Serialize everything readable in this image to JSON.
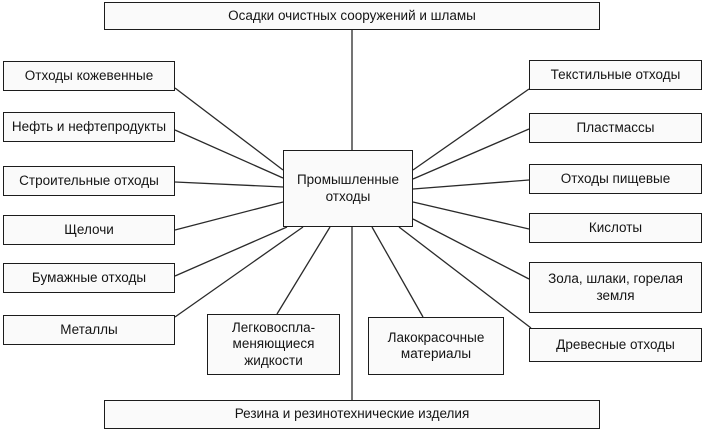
{
  "nodes": {
    "top": "Осадки очистных сооружений и шламы",
    "center": "Промышленные отходы",
    "bottom": "Резина и резинотехнические изделия",
    "left": [
      "Отходы кожевенные",
      "Нефть и нефтепродукты",
      "Строительные отходы",
      "Щелочи",
      "Бумажные отходы",
      "Металлы"
    ],
    "right": [
      "Текстильные отходы",
      "Пластмассы",
      "Отходы пищевые",
      "Кислоты",
      "Зола, шлаки, горелая земля",
      "Древесные отходы"
    ],
    "bottom_center": [
      "Легковоспла­меняющиеся жидкости",
      "Лакокрасочные материалы"
    ]
  },
  "colors": {
    "background": "#ffffff",
    "box_fill": "#fafafa",
    "border": "#1c1c1c",
    "line": "#2a2a2a",
    "text": "#141414"
  }
}
